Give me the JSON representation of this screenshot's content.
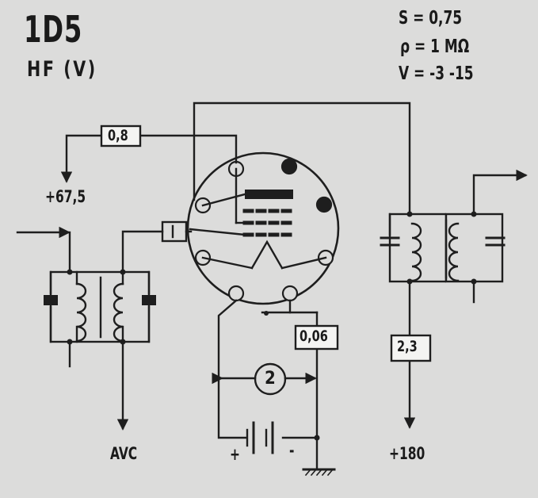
{
  "tube": {
    "type": "1D5",
    "function": "HF (V)"
  },
  "params": {
    "s": "S = 0,75",
    "rho": "ρ = 1 MΩ",
    "v": "V = -3 -15"
  },
  "values": {
    "screen_resistor": "0,8",
    "screen_voltage": "+67,5",
    "filament_current": "0,06",
    "filament_voltage": "2",
    "anode_resistor": "2,3",
    "anode_voltage": "+180",
    "avc": "AVC",
    "battery_plus": "+",
    "battery_minus": "-"
  },
  "colors": {
    "ink": "#1e1e1e",
    "paper": "#dcdcdb",
    "box": "#f4f4f2"
  }
}
